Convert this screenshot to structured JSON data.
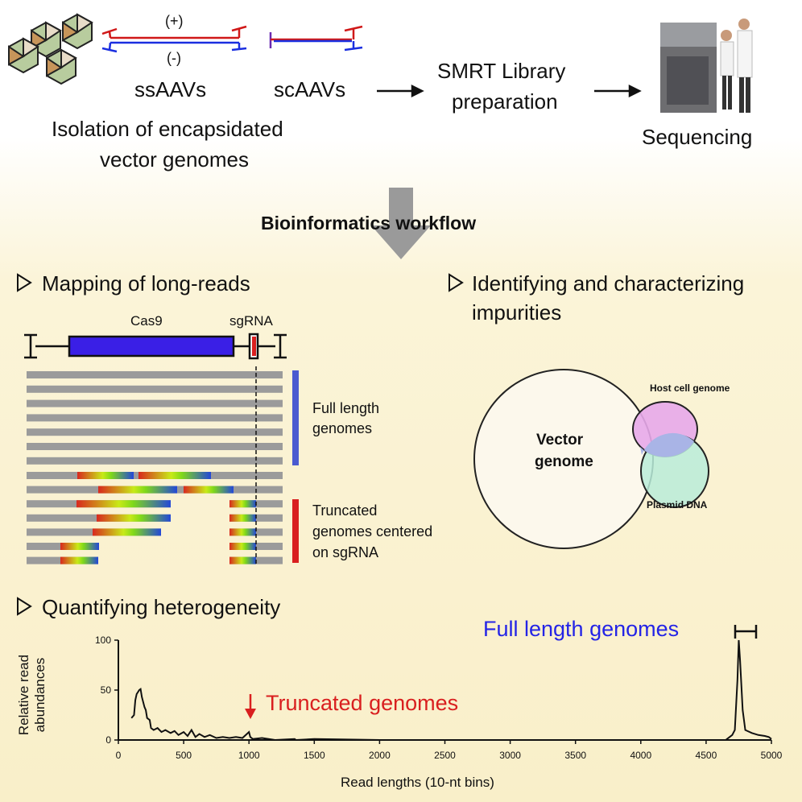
{
  "top": {
    "plus_label": "(+)",
    "minus_label": "(-)",
    "ssaav_label": "ssAAVs",
    "scaav_label": "scAAVs",
    "isolation_line1": "Isolation of encapsidated",
    "isolation_line2": "vector genomes",
    "smrt_line1": "SMRT Library",
    "smrt_line2": "preparation",
    "sequencing_label": "Sequencing"
  },
  "workflow_title": "Bioinformatics workflow",
  "mapping": {
    "heading": "Mapping of long-reads",
    "cas9_label": "Cas9",
    "sgrna_label": "sgRNA",
    "full_line1": "Full length",
    "full_line2": "genomes",
    "trunc_line1": "Truncated",
    "trunc_line2": "genomes centered",
    "trunc_line3": "on sgRNA",
    "colors": {
      "cas9": "#3a1fe6",
      "full_bar": "#4a5bd0",
      "trunc_bar": "#d91f1f",
      "read": "#9b9b9b"
    }
  },
  "impurities": {
    "heading_line1": "Identifying and characterizing",
    "heading_line2": "impurities",
    "vector_line1": "Vector",
    "vector_line2": "genome",
    "host_label": "Host cell genome",
    "plasmid_label": "Plasmid DNA"
  },
  "heterogeneity": {
    "heading": "Quantifying heterogeneity",
    "full_length_annotation": "Full length genomes",
    "truncated_annotation": "Truncated genomes"
  },
  "chart_data": {
    "type": "line",
    "xlabel": "Read lengths (10-nt bins)",
    "ylabel": "Relative read abundances",
    "xlim": [
      0,
      5000
    ],
    "ylim": [
      0,
      100
    ],
    "xticks": [
      "0",
      "500",
      "1000",
      "1500",
      "2000",
      "2500",
      "3000",
      "3500",
      "4000",
      "4500",
      "5000"
    ],
    "yticks": [
      "0",
      "50",
      "100"
    ],
    "x": [
      100,
      120,
      130,
      140,
      160,
      170,
      180,
      200,
      210,
      220,
      240,
      250,
      270,
      300,
      330,
      360,
      400,
      430,
      460,
      500,
      530,
      560,
      590,
      620,
      660,
      700,
      750,
      800,
      850,
      900,
      950,
      1000,
      1010,
      1030,
      1100,
      1150,
      1200,
      1350,
      1360,
      1500,
      2000,
      3000,
      4000,
      4650,
      4700,
      4720,
      4740,
      4750,
      4760,
      4780,
      4800,
      4850,
      4900,
      4950,
      4980,
      5000
    ],
    "y": [
      22,
      25,
      40,
      46,
      50,
      51,
      43,
      33,
      30,
      22,
      20,
      12,
      10,
      12,
      8,
      10,
      7,
      9,
      5,
      8,
      4,
      10,
      3,
      6,
      3,
      5,
      2,
      3,
      2,
      3,
      2,
      8,
      3,
      1,
      2,
      1,
      0,
      1,
      0,
      1,
      0,
      0,
      0,
      0,
      5,
      10,
      60,
      100,
      80,
      30,
      10,
      7,
      5,
      4,
      3,
      1
    ]
  }
}
